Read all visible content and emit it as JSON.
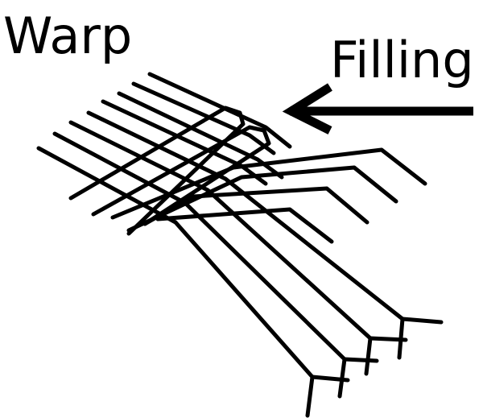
{
  "labels": {
    "warp": "Warp",
    "filling": "Filling"
  },
  "colors": {
    "ink": "#000000",
    "background": "#ffffff"
  },
  "icons": {
    "direction_arrow": "arrow-left-icon"
  },
  "yarns": {
    "warp_count": 8,
    "filling_count": 4
  }
}
